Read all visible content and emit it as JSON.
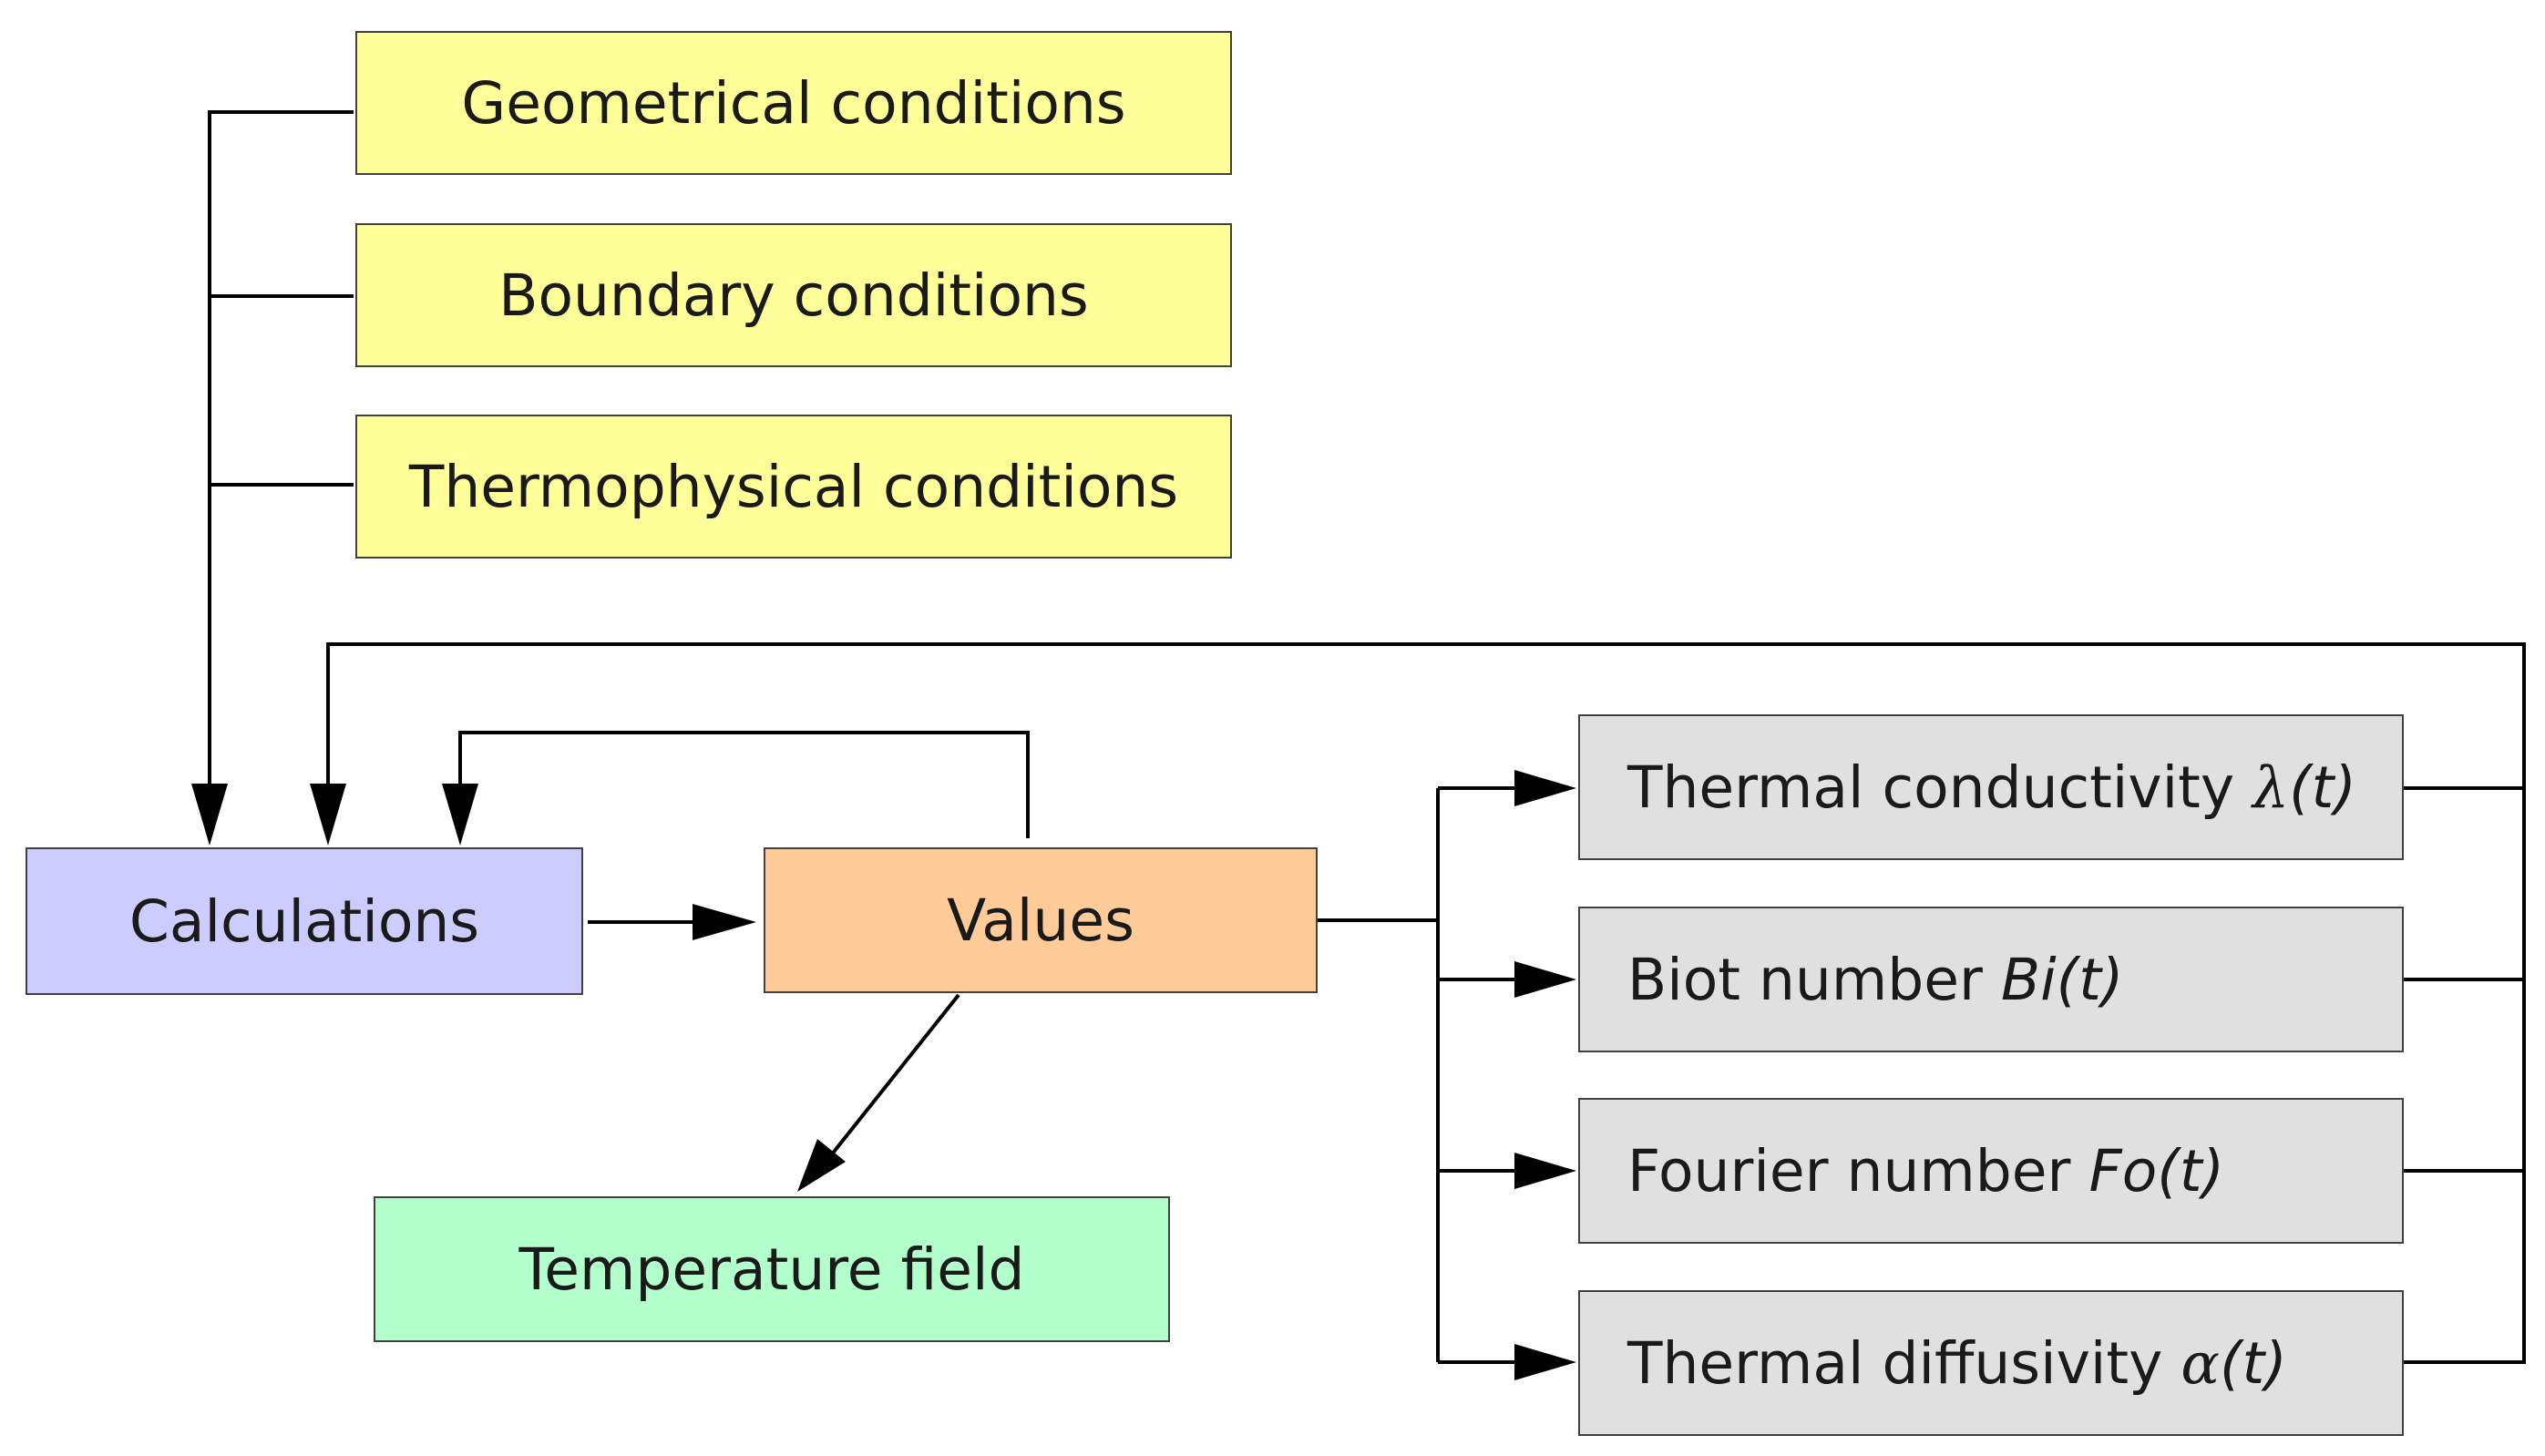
{
  "inputs": {
    "geometrical": "Geometrical conditions",
    "boundary": "Boundary conditions",
    "thermophysical": "Thermophysical conditions"
  },
  "calculations": "Calculations",
  "values": "Values",
  "temperature_field": "Temperature field",
  "properties": {
    "thermal_conductivity": {
      "label": "Thermal conductivity ",
      "symbol": "λ",
      "arg": "(t)"
    },
    "biot": {
      "label": "Biot number ",
      "symbol": "Bi(t)"
    },
    "fourier": {
      "label": "Fourier number ",
      "symbol": "Fo(t)"
    },
    "thermal_diffusivity": {
      "label": "Thermal diffusivity ",
      "symbol": "α",
      "arg": "(t)"
    }
  }
}
